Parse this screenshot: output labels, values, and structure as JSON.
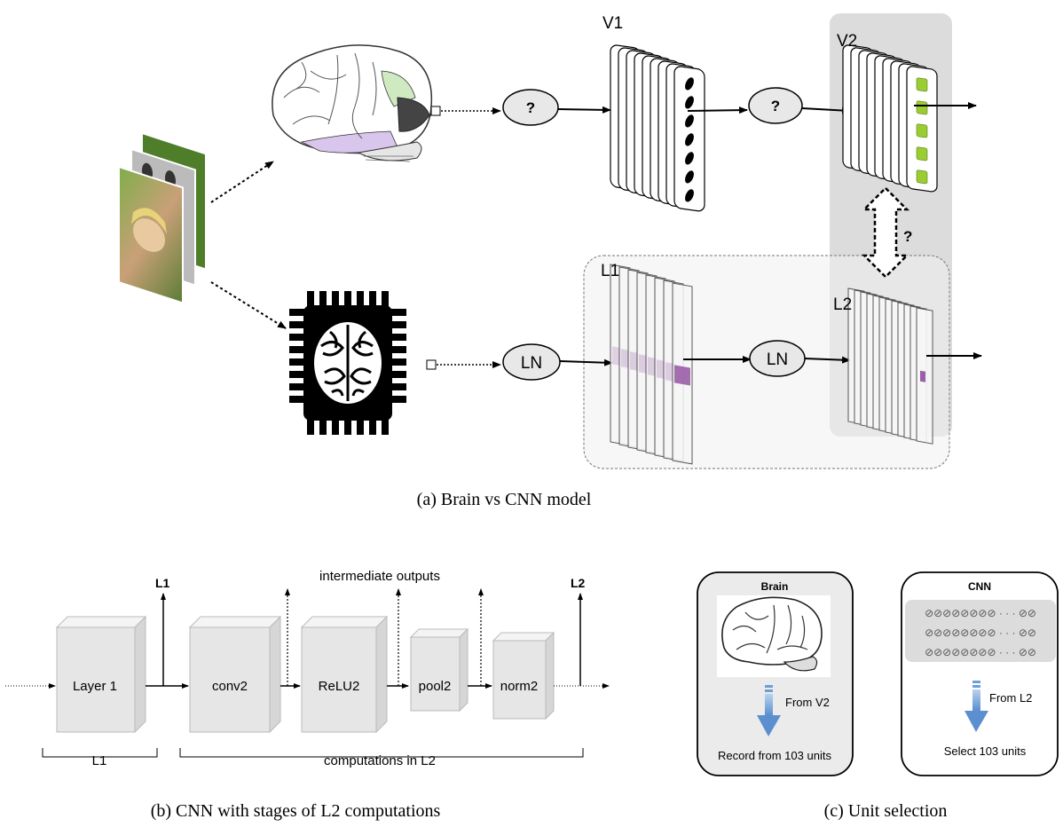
{
  "panel_a": {
    "caption": "(a) Brain vs CNN model",
    "v1_label": "V1",
    "v2_label": "V2",
    "l1_label": "L1",
    "l2_label": "L2",
    "unknown_op_1": "?",
    "unknown_op_2": "?",
    "compare_label": "?",
    "ln_1": "LN",
    "ln_2": "LN"
  },
  "panel_b": {
    "caption": "(b) CNN with stages of L2 computations",
    "intermediate_label": "intermediate outputs",
    "l1_out_label": "L1",
    "l2_out_label": "L2",
    "blocks": [
      "Layer 1",
      "conv2",
      "ReLU2",
      "pool2",
      "norm2"
    ],
    "brace_l1": "L1",
    "brace_l2": "computations in L2"
  },
  "panel_c": {
    "caption": "(c) Unit selection",
    "brain_title": "Brain",
    "brain_from": "From V2",
    "brain_record": "Record from 103 units",
    "cnn_title": "CNN",
    "cnn_from": "From L2",
    "cnn_select": "Select 103 units",
    "dots_row": "⊘⊘⊘⊘⊘⊘⊘⊘ · · · ⊘⊘"
  },
  "colors": {
    "panel_gray": "#dcdcdc",
    "light_gray": "#f2f2f2",
    "purple": "#9b5ea8",
    "green": "#9acd32",
    "arrow_blue": "#6c9fd6"
  }
}
